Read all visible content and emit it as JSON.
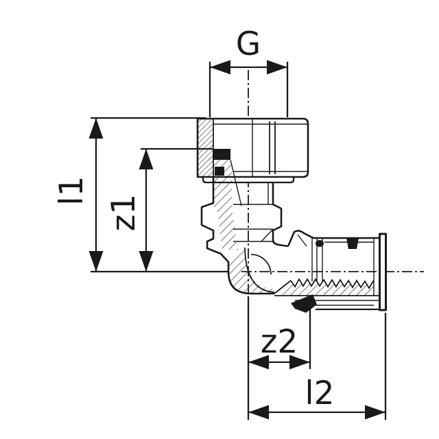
{
  "colors": {
    "line": "#1a1a1a",
    "background": "#ffffff"
  },
  "dimensions": {
    "g": {
      "label": "G"
    },
    "l1": {
      "label": "l1"
    },
    "z1": {
      "label": "z1"
    },
    "z2": {
      "label": "z2"
    },
    "l2": {
      "label": "l2"
    }
  }
}
